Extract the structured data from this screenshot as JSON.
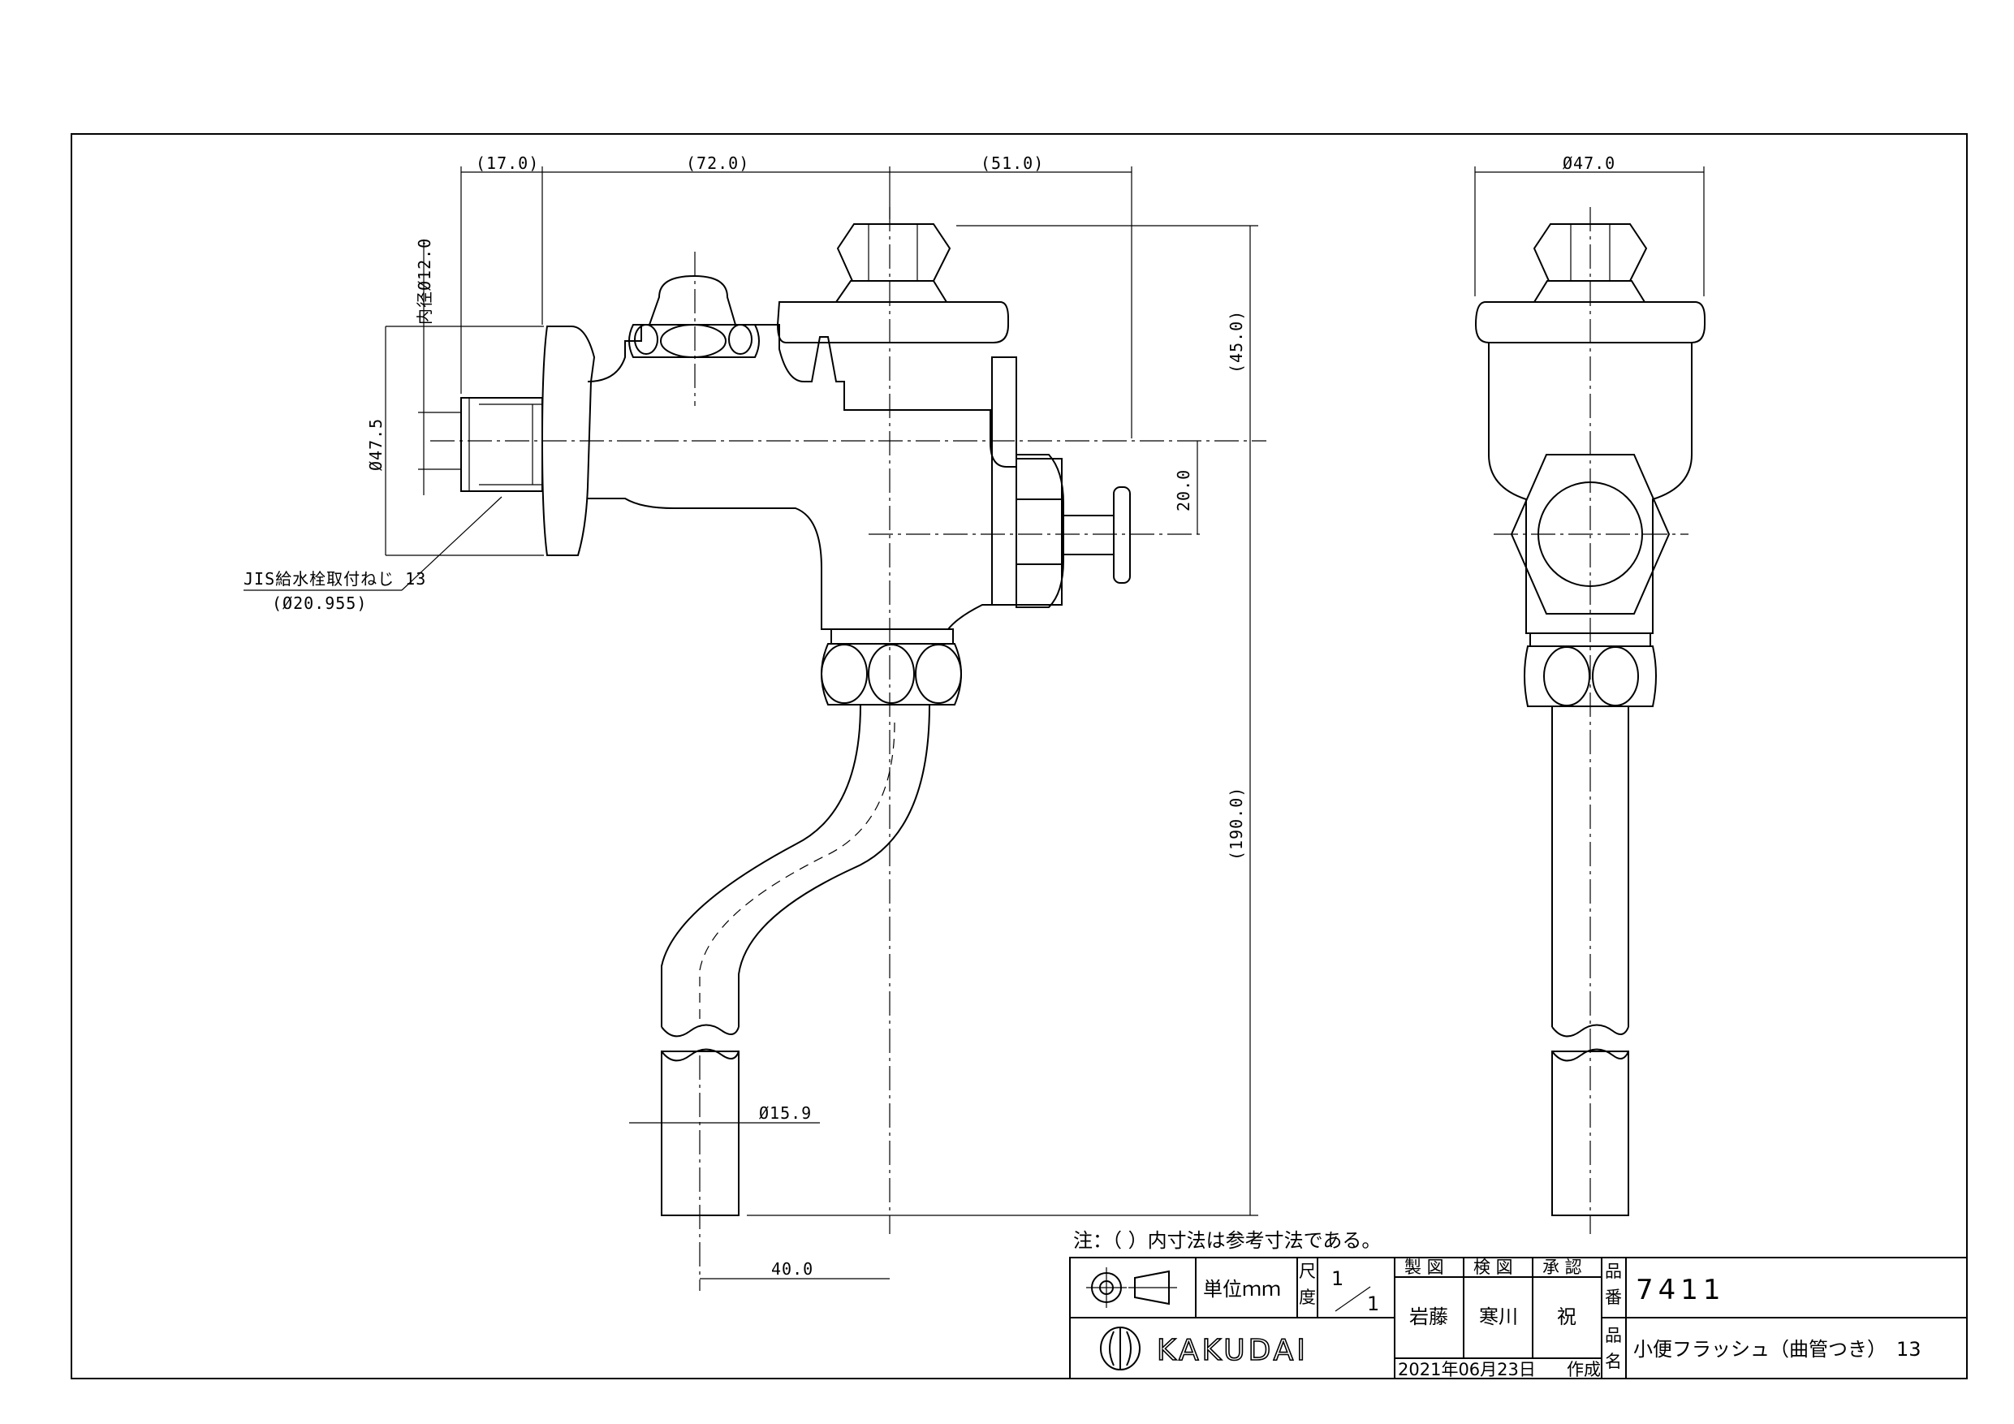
{
  "dimensions": {
    "d_17": "(17.0)",
    "d_72": "(72.0)",
    "d_51": "(51.0)",
    "d_45": "(45.0)",
    "d_20": "20.0",
    "d_190": "(190.0)",
    "d_inner": "内径Ø12.0",
    "d_flange": "Ø47.5",
    "d_thread_label": "JIS給水栓取付ねじ 13",
    "d_thread_dia": "(Ø20.955)",
    "d_pipe": "Ø15.9",
    "d_40": "40.0",
    "d_side_width": "Ø47.0"
  },
  "note": "注：（ ）内寸法は参考寸法である。",
  "title_block": {
    "unit": "単位ｍｍ",
    "scale_label_1": "尺",
    "scale_label_2": "度",
    "scale_num": "1",
    "scale_den": "1",
    "drawn_by_label": "製 図",
    "checked_by_label": "検 図",
    "approved_by_label": "承 認",
    "drawn_by": "岩藤",
    "checked_by": "寒川",
    "approved_by": "祝",
    "date": "2021年06月23日",
    "created": "作成",
    "part_no_label_1": "品",
    "part_no_label_2": "番",
    "part_no": "7411",
    "part_name_label_1": "品",
    "part_name_label_2": "名",
    "part_name": "小便フラッシュ（曲管つき）　13",
    "company": "KAKUDAI"
  }
}
